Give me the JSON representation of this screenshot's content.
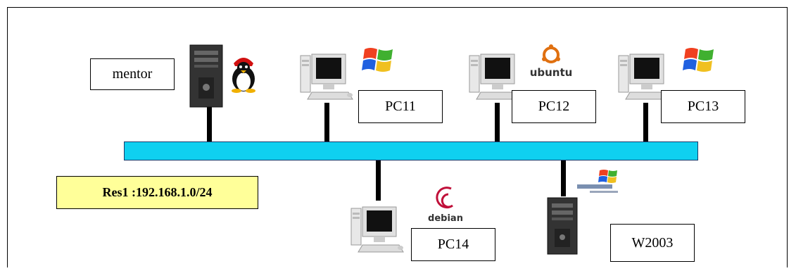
{
  "network": {
    "label": "Res1 :192.168.1.0/24",
    "bus_color": "#0fd0f0"
  },
  "nodes": {
    "mentor": {
      "name": "mentor",
      "device": "tower-server-icon",
      "os_logo": "linux-tux-icon"
    },
    "pc11": {
      "name": "PC11",
      "device": "desktop-pc-icon",
      "os_logo": "windows-xp-logo-icon"
    },
    "pc12": {
      "name": "PC12",
      "device": "desktop-pc-icon",
      "os_logo": "ubuntu-logo-icon",
      "os_logo_text": "ubuntu"
    },
    "pc13": {
      "name": "PC13",
      "device": "desktop-pc-icon",
      "os_logo": "windows-xp-logo-icon"
    },
    "pc14": {
      "name": "PC14",
      "device": "desktop-pc-icon",
      "os_logo": "debian-logo-icon",
      "os_logo_text": "debian"
    },
    "w2003": {
      "name": "W2003",
      "device": "tower-server-icon",
      "os_logo": "windows-server-2003-logo-icon"
    }
  }
}
